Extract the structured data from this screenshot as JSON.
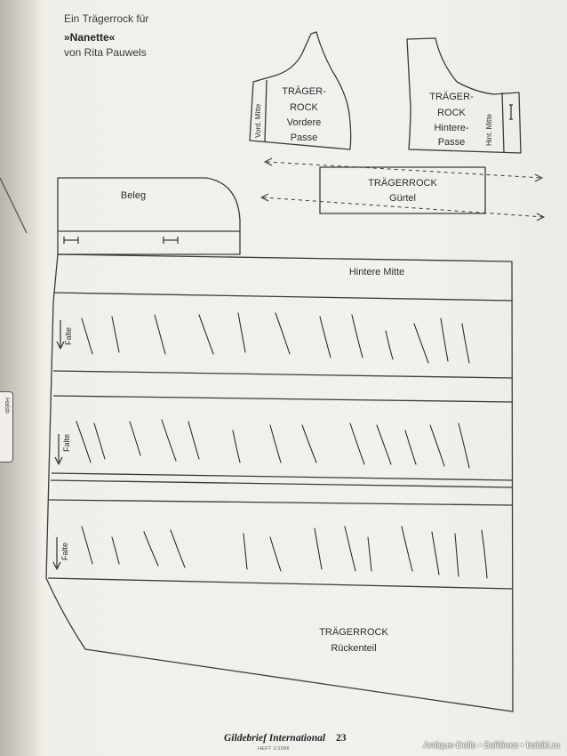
{
  "header": {
    "line1": "Ein Trägerrock für",
    "line2": "»Nanette«",
    "line3": "von Rita Pauwels"
  },
  "pieces": {
    "front_yoke": {
      "title1": "TRÄGER-",
      "title2": "ROCK",
      "title3": "Vordere",
      "title4": "Passe",
      "side_label": "Vord. Mitte"
    },
    "back_yoke": {
      "title1": "TRÄGER-",
      "title2": "ROCK",
      "title3": "Hintere-",
      "title4": "Passe",
      "side_label": "Hint. Mitte",
      "marker": "I"
    },
    "belt": {
      "title1": "TRÄGERROCK",
      "title2": "Gürtel"
    },
    "facing": {
      "title": "Beleg"
    },
    "back_panel": {
      "center_label": "Hintere Mitte",
      "fold_label": "Falte",
      "title1": "TRÄGERROCK",
      "title2": "Rückenteil"
    }
  },
  "footer": {
    "brand": "Gildebrief International",
    "page": "23",
    "issue": "HEFT 1/1996",
    "watermark": "Antique-Dolls • Бэйбики • babiki.ru"
  },
  "left_tab_text": "Halsb"
}
